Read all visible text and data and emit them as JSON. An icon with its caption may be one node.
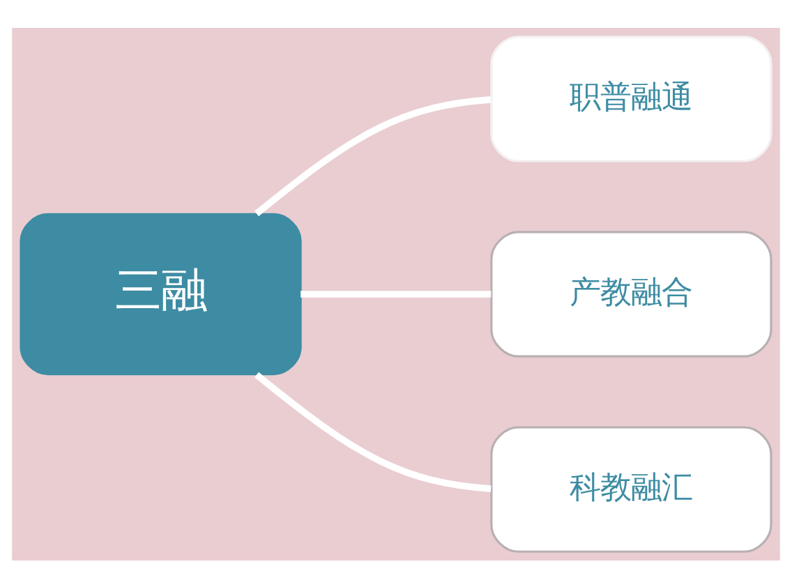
{
  "diagram": {
    "nodes": [
      {
        "text": [
          "三融"
        ]
      },
      {
        "text": [
          "职普融通"
        ]
      },
      {
        "text": [
          "产教融合"
        ]
      },
      {
        "text": [
          "科教融汇"
        ]
      }
    ],
    "edges": [
      {
        "from": 0,
        "to": 1,
        "arrow": "none"
      },
      {
        "from": 0,
        "to": 2,
        "arrow": "none"
      },
      {
        "from": 0,
        "to": 3,
        "arrow": "none"
      }
    ]
  }
}
